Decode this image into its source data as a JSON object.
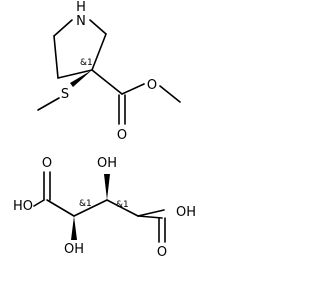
{
  "molecules": [
    {
      "atom_labels": {
        "n": "N",
        "h_on_n": "H",
        "ester_o": "O",
        "carbonyl_o": "O",
        "s": "S"
      },
      "stereo_label": "&1"
    },
    {
      "atom_labels": {
        "oh_left": "HO",
        "o_left": "O",
        "oh_top": "OH",
        "oh_bottom": "OH",
        "oh_right": "OH",
        "o_right": "O"
      },
      "stereo_labels": [
        "&1",
        "&1"
      ]
    }
  ]
}
